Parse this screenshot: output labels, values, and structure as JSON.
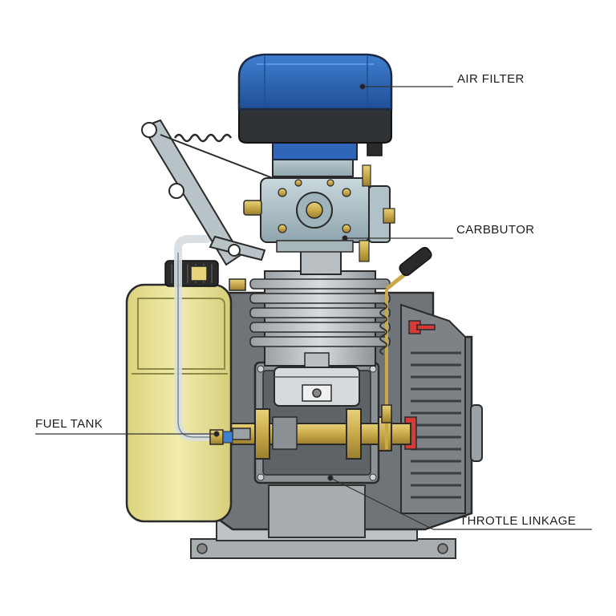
{
  "callouts": {
    "air_filter": "AIR FILTER",
    "carburetor": "CARBBUTOR",
    "fuel_tank": "FUEL TANK",
    "throttle_linkage": "THROTLE LINKAGE"
  },
  "colors": {
    "air_filter_blue": "#2f66b8",
    "fuel_tank_yellow": "#ece59a",
    "cylinder_gray": "#b9bec2",
    "crankcase_gray": "#6e7478",
    "brass": "#c9a94a",
    "linkage_steel": "#b8c3c7",
    "primer_red": "#d63a35"
  }
}
